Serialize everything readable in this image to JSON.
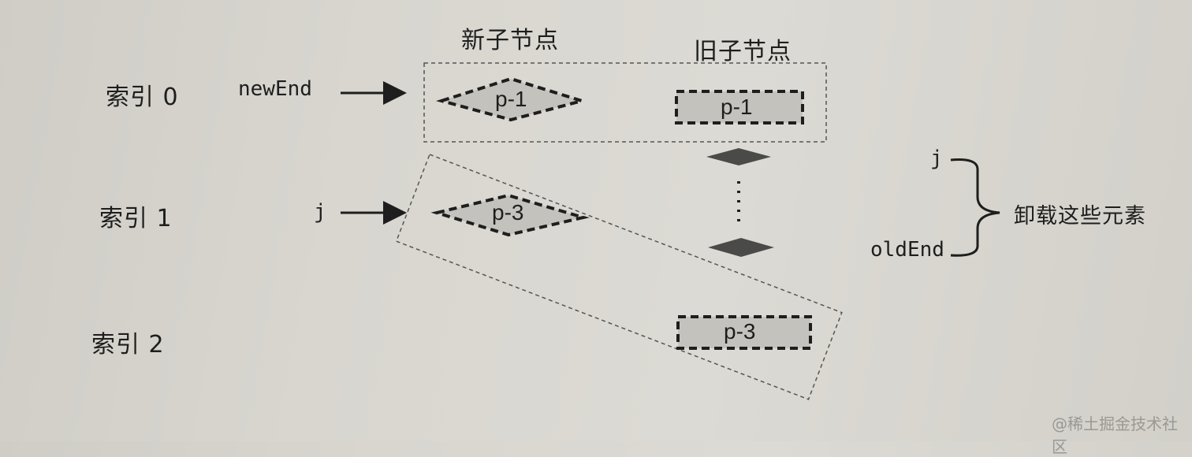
{
  "headers": {
    "new_children": "新子节点",
    "old_children": "旧子节点"
  },
  "rows": [
    {
      "index_label": "索引 0",
      "pointer": "newEnd",
      "new_node": "p-1",
      "old_node": "p-1"
    },
    {
      "index_label": "索引 1",
      "pointer": "j",
      "new_node": "p-3",
      "old_node": ""
    },
    {
      "index_label": "索引 2",
      "pointer": "",
      "new_node": "",
      "old_node": "p-3"
    }
  ],
  "bracket": {
    "top_label": "j",
    "bottom_label": "oldEnd",
    "annotation": "卸载这些元素"
  },
  "watermark": "@稀土掘金技术社区",
  "colors": {
    "ink": "#1e1e1e",
    "node_fill": "#c4c2bc",
    "diamond_fill": "#4a4a48",
    "group_border": "#555555"
  }
}
